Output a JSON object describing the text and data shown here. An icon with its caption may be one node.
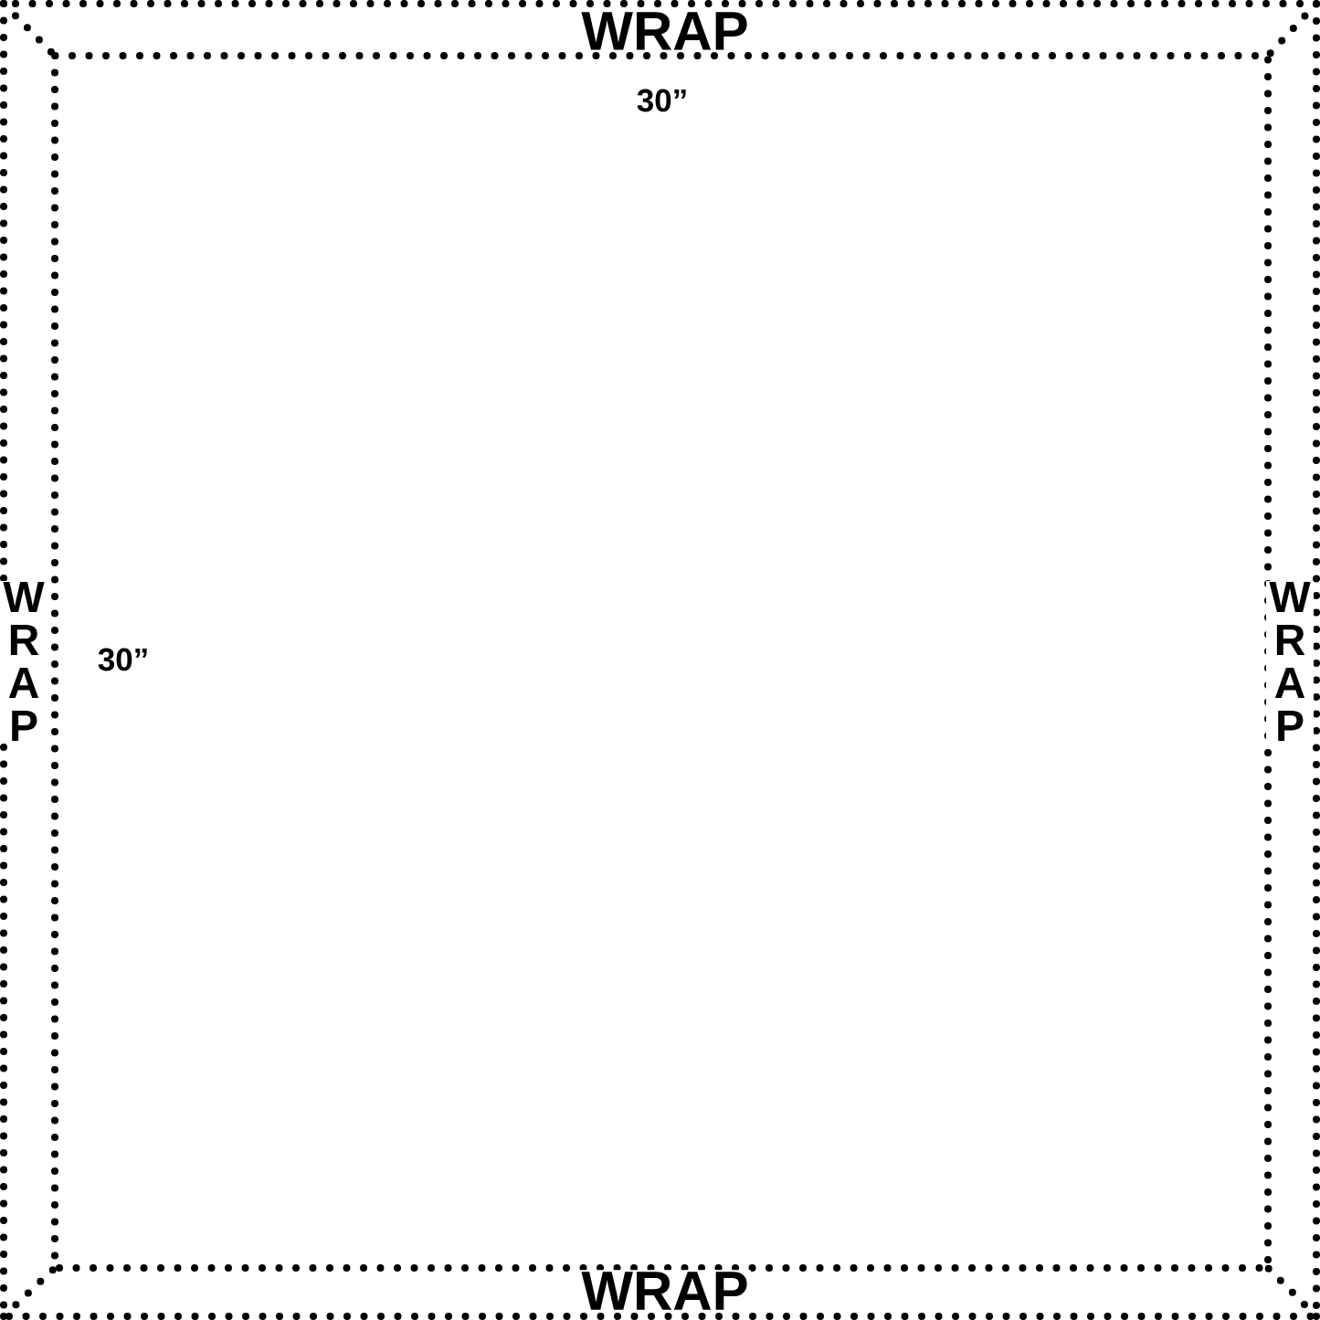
{
  "diagram": {
    "labels": [
      "WRAP",
      "30”",
      "WRAP",
      "30”",
      "WRAP",
      "WRAP"
    ]
  }
}
